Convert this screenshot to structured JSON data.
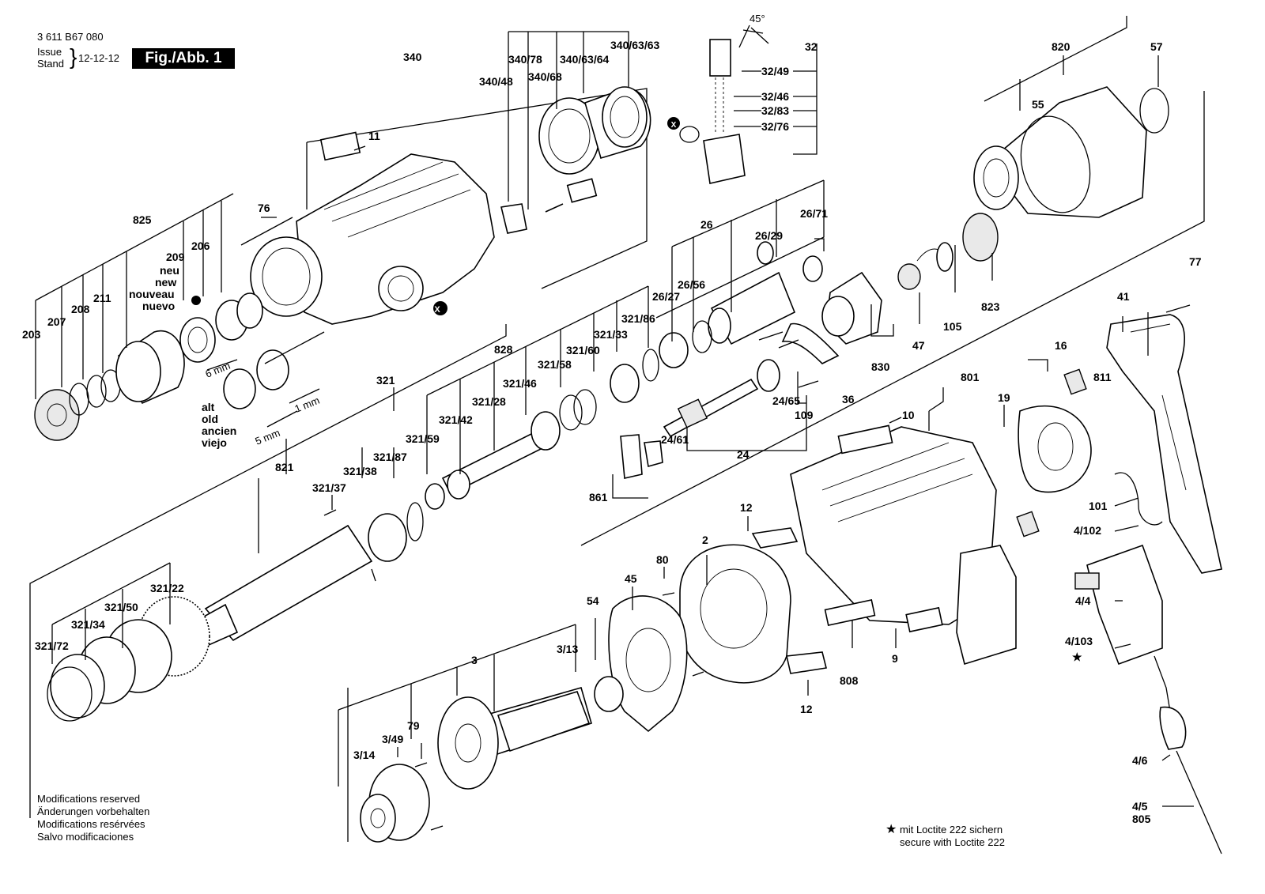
{
  "header": {
    "doc_number": "3 611 B67 080",
    "issue_label_1": "Issue",
    "issue_label_2": "Stand",
    "issue_date": "12-12-12",
    "figure_label": "Fig./Abb. 1"
  },
  "notes": [
    "Modifications reserved",
    "Änderungen vorbehalten",
    "Modifications resérvées",
    "Salvo modificaciones"
  ],
  "loctite": {
    "star": "★",
    "line1": "mit Loctite 222 sichern",
    "line2": "secure with Loctite 222"
  },
  "dimensions": {
    "a": "6 mm",
    "b": "1 mm",
    "c": "5 mm",
    "angle": "45°"
  },
  "old_new": {
    "new_lines": [
      "neu",
      "new",
      "nouveau",
      "nuevo"
    ],
    "old_lines": [
      "alt",
      "old",
      "ancien",
      "viejo"
    ]
  },
  "markers": {
    "x": "X",
    "star": "★"
  },
  "part_labels": {
    "p340": "340",
    "p340_78": "340/78",
    "p340_63_64": "340/63/64",
    "p340_63_63": "340/63/63",
    "p340_48": "340/48",
    "p340_68": "340/68",
    "p11": "11",
    "p76": "76",
    "p825": "825",
    "p209": "209",
    "p206": "206",
    "p211": "211",
    "p208": "208",
    "p207": "207",
    "p203": "203",
    "p32": "32",
    "p32_49": "32/49",
    "p32_46": "32/46",
    "p32_83": "32/83",
    "p32_76": "32/76",
    "p820": "820",
    "p57": "57",
    "p55": "55",
    "p26": "26",
    "p26_29": "26/29",
    "p26_71": "26/71",
    "p26_56": "26/56",
    "p26_27": "26/27",
    "p47": "47",
    "p105": "105",
    "p823": "823",
    "p830": "830",
    "p828": "828",
    "p321_86": "321/86",
    "p321_33": "321/33",
    "p321_60": "321/60",
    "p321_58": "321/58",
    "p321_46": "321/46",
    "p321_28": "321/28",
    "p321_42": "321/42",
    "p321_59": "321/59",
    "p321": "321",
    "p821": "821",
    "p321_87": "321/87",
    "p321_38": "321/38",
    "p321_37": "321/37",
    "p321_22": "321/22",
    "p321_50": "321/50",
    "p321_34": "321/34",
    "p321_72": "321/72",
    "p24_65": "24/65",
    "p109": "109",
    "p36": "36",
    "p24_61": "24/61",
    "p24": "24",
    "p861": "861",
    "p77": "77",
    "p41": "41",
    "p16": "16",
    "p811": "811",
    "p801": "801",
    "p19": "19",
    "p10": "10",
    "p101": "101",
    "p4_102": "4/102",
    "p4_4": "4/4",
    "p4_103": "4/103",
    "p12a": "12",
    "p2": "2",
    "p80": "80",
    "p45": "45",
    "p54": "54",
    "p3": "3",
    "p3_13": "3/13",
    "p808": "808",
    "p9": "9",
    "p12b": "12",
    "p79": "79",
    "p3_49": "3/49",
    "p3_14": "3/14",
    "p4_6": "4/6",
    "p4_5": "4/5",
    "p805": "805"
  }
}
